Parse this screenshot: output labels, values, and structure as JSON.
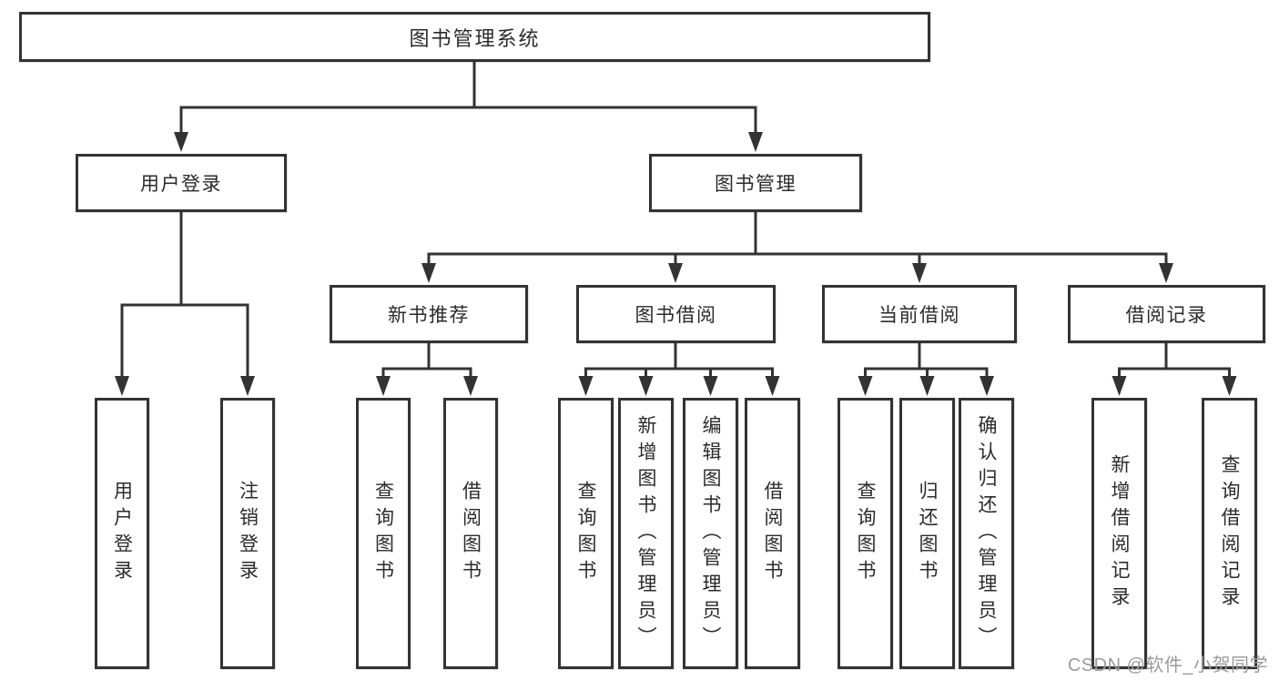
{
  "diagram": {
    "title": "图书管理系统",
    "level2": [
      {
        "id": "user-login",
        "label": "用户登录",
        "children": [
          "用户登录",
          "注销登录"
        ]
      },
      {
        "id": "book-management",
        "label": "图书管理",
        "children": [
          {
            "label": "新书推荐",
            "children": [
              "查询图书",
              "借阅图书"
            ]
          },
          {
            "label": "图书借阅",
            "children": [
              "查询图书",
              "新增图书（管理员）",
              "编辑图书（管理员）",
              "借阅图书"
            ]
          },
          {
            "label": "当前借阅",
            "children": [
              "查询图书",
              "归还图书",
              "确认归还（管理员）"
            ]
          },
          {
            "label": "借阅记录",
            "children": [
              "新增借阅记录",
              "查询借阅记录"
            ]
          }
        ]
      }
    ]
  },
  "watermark": {
    "text": "CSDN @软件_小贺同学"
  },
  "colors": {
    "line": "#333333",
    "box_border": "#333333",
    "text": "#2b2b2b",
    "background": "#ffffff",
    "watermark": "#9b9b9b"
  }
}
